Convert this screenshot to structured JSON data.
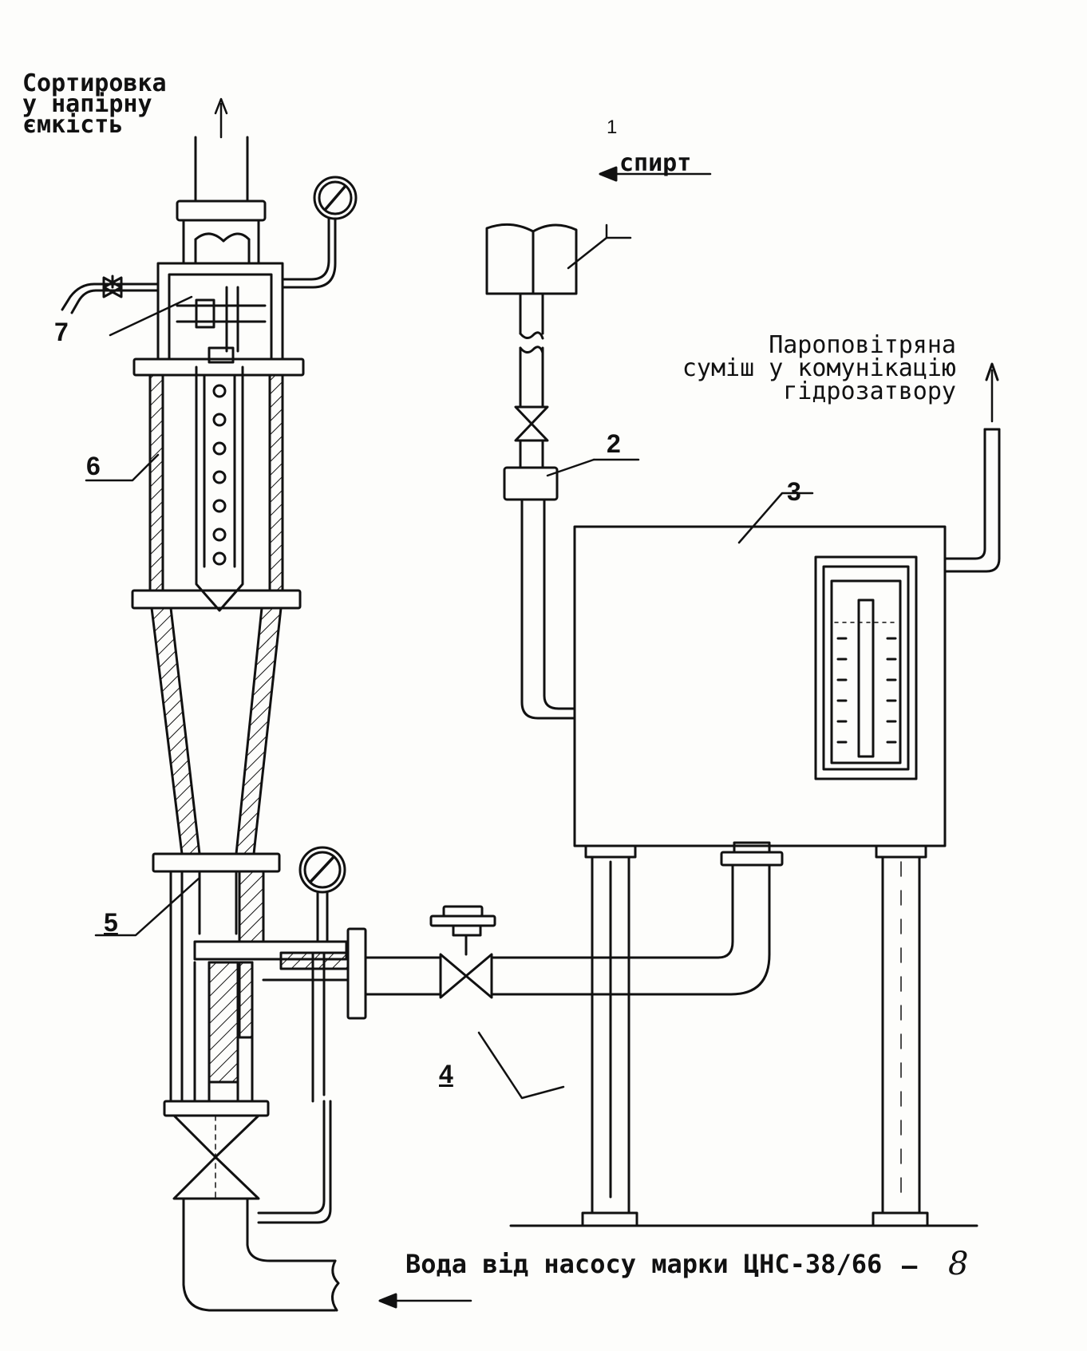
{
  "labels": {
    "top_left": [
      "Сортировка",
      "у напірну",
      "ємкість"
    ],
    "steam_air": [
      "Пароповітряна",
      "суміш у комунікацію",
      "гідрозатвору"
    ],
    "spirt": "спирт",
    "water": "Вода від насосу марки ЦНС-38/66",
    "page_dash": "—",
    "page_mark": "8"
  },
  "callouts": [
    "1",
    "2",
    "3",
    "4",
    "5",
    "6",
    "7"
  ],
  "colors": {
    "ink": "#111111",
    "paper": "#fdfdfb"
  }
}
